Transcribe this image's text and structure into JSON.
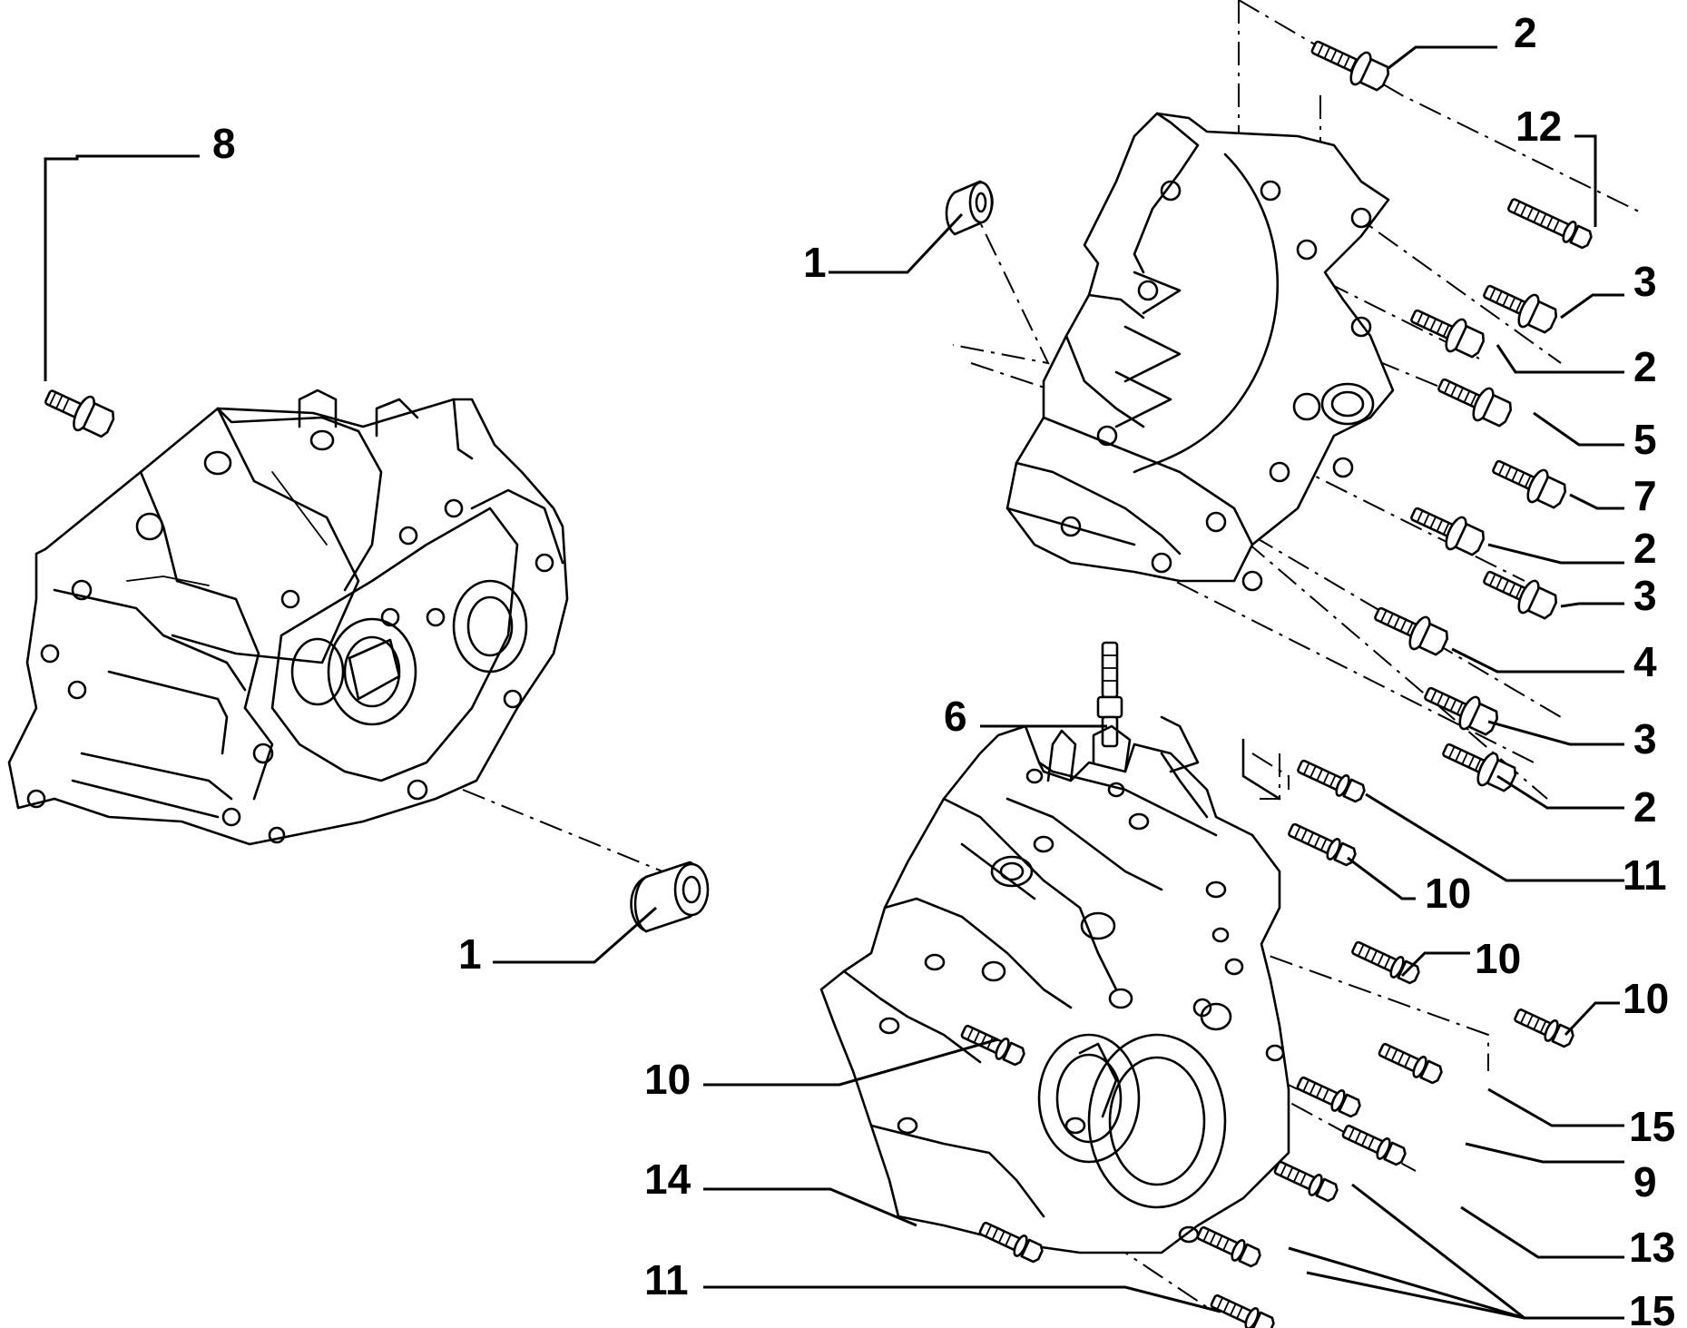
{
  "diagram": {
    "style": "exploded parts view",
    "line_color": "#000000",
    "background": "#ffffff",
    "callouts": [
      {
        "id": "c-8",
        "label": "8"
      },
      {
        "id": "c-1a",
        "label": "1"
      },
      {
        "id": "c-1b",
        "label": "1"
      },
      {
        "id": "c-2a",
        "label": "2"
      },
      {
        "id": "c-12",
        "label": "12"
      },
      {
        "id": "c-3a",
        "label": "3"
      },
      {
        "id": "c-2b",
        "label": "2"
      },
      {
        "id": "c-5",
        "label": "5"
      },
      {
        "id": "c-7",
        "label": "7"
      },
      {
        "id": "c-2c",
        "label": "2"
      },
      {
        "id": "c-3b",
        "label": "3"
      },
      {
        "id": "c-4",
        "label": "4"
      },
      {
        "id": "c-6",
        "label": "6"
      },
      {
        "id": "c-3c",
        "label": "3"
      },
      {
        "id": "c-2d",
        "label": "2"
      },
      {
        "id": "c-11a",
        "label": "11"
      },
      {
        "id": "c-10a",
        "label": "10"
      },
      {
        "id": "c-10b",
        "label": "10"
      },
      {
        "id": "c-10c",
        "label": "10"
      },
      {
        "id": "c-10d",
        "label": "10"
      },
      {
        "id": "c-15a",
        "label": "15"
      },
      {
        "id": "c-9",
        "label": "9"
      },
      {
        "id": "c-14",
        "label": "14"
      },
      {
        "id": "c-13",
        "label": "13"
      },
      {
        "id": "c-11b",
        "label": "11"
      },
      {
        "id": "c-15b",
        "label": "15"
      }
    ]
  }
}
